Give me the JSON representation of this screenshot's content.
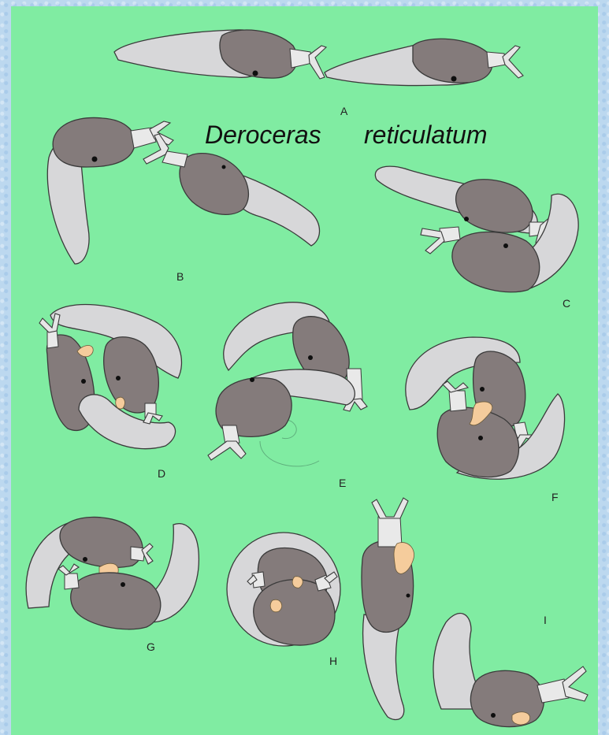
{
  "title": {
    "genus": "Deroceras",
    "species": "reticulatum"
  },
  "panels": [
    {
      "label": "A"
    },
    {
      "label": "B"
    },
    {
      "label": "C"
    },
    {
      "label": "D"
    },
    {
      "label": "E"
    },
    {
      "label": "F"
    },
    {
      "label": "G"
    },
    {
      "label": "H"
    },
    {
      "label": "I"
    }
  ],
  "colors": {
    "background": "#80eca2",
    "frame": "#bcd8ef",
    "slug_body": "#d7d7d9",
    "slug_mantle": "#847b7b",
    "penis": "#f5cc9c"
  }
}
